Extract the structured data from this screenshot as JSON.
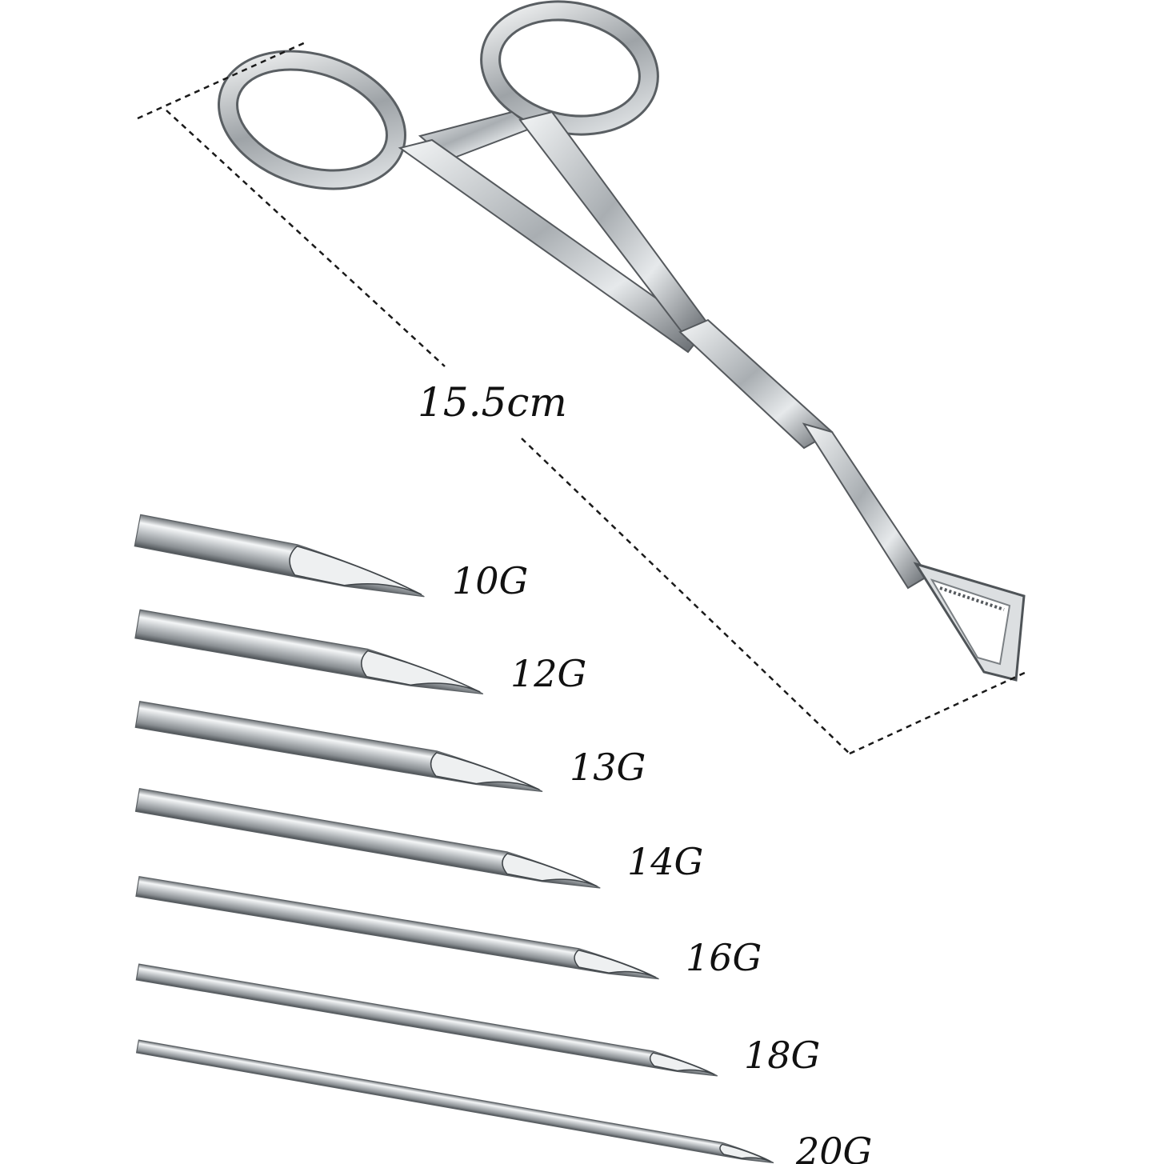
{
  "photo": {
    "measurement_label": "15.5cm",
    "needle_gauges": [
      "10G",
      "12G",
      "13G",
      "14G",
      "16G",
      "18G",
      "20G"
    ]
  },
  "colors": {
    "background": "#ffffff",
    "steel_light": "#eef0f1",
    "steel_mid": "#b9bdc0",
    "steel_dark": "#5a5f63",
    "dash": "#1a1a1a",
    "text": "#111111"
  }
}
